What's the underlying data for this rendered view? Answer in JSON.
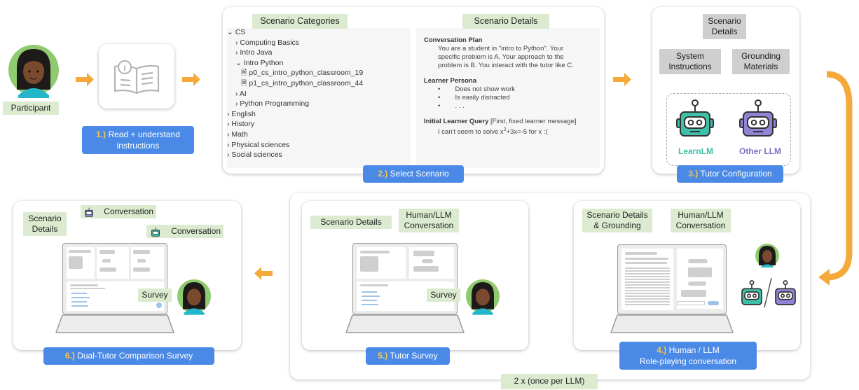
{
  "participant": {
    "label": "Participant"
  },
  "steps": {
    "s1": {
      "num": "1.)",
      "label_line1": "Read + understand",
      "label_line2": "instructions"
    },
    "s2": {
      "num": "2.)",
      "label": "Select Scenario"
    },
    "s3": {
      "num": "3.)",
      "label": "Tutor Configuration"
    },
    "s4": {
      "num": "4.)",
      "label_line1": "Human / LLM",
      "label_line2": "Role-playing conversation"
    },
    "s5": {
      "num": "5.)",
      "label": "Tutor Survey"
    },
    "s6": {
      "num": "6.)",
      "label": "Dual-Tutor Comparison Survey"
    }
  },
  "scenario": {
    "categories_header": "Scenario Categories",
    "details_header": "Scenario Details",
    "tree": [
      "⌄ CS",
      "   › Computing Basics",
      "   › Intro Java",
      "   ⌄ Intro Python",
      "      🗎 p0_cs_intro_python_classroom_19",
      "      🗎 p1_cs_intro_python_classroom_44",
      "   › AI",
      "   › Python Programming",
      "› English",
      "› History",
      "› Math",
      "› Physical sciences",
      "› Social sciences"
    ],
    "plan_title": "Conversation Plan",
    "plan_lines": [
      "You are a student in \"intro to Python\". Your",
      "specific problem is A. Your approach to the",
      "problem is B. You interact with the tutor like C."
    ],
    "persona_title": "Learner Persona",
    "persona_items": [
      "Does not show work",
      "Is easily distracted",
      ". . ."
    ],
    "query_title": "Initial Learner Query",
    "query_note": "[First, fixed learner message]",
    "query_line_pre": "I can't seem to solve x",
    "query_sup": "2",
    "query_line_post": "+3x=-5 for x :("
  },
  "config": {
    "details_line1": "Scenario",
    "details_line2": "Details",
    "system_line1": "System",
    "system_line2": "Instructions",
    "grounding_line1": "Grounding",
    "grounding_line2": "Materials",
    "learnlm": "LearnLM",
    "other": "Other LLM"
  },
  "step4": {
    "tag1_line1": "Scenario Details",
    "tag1_line2": "& Grounding",
    "tag2_line1": "Human/LLM",
    "tag2_line2": "Conversation"
  },
  "step5": {
    "tag1": "Scenario Details",
    "tag2_line1": "Human/LLM",
    "tag2_line2": "Conversation",
    "survey": "Survey"
  },
  "step6": {
    "tag1_line1": "Scenario",
    "tag1_line2": "Details",
    "tag2": "Conversation",
    "tag3": "Conversation",
    "survey": "Survey"
  },
  "repeat_label": "2 x (once per LLM)",
  "colors": {
    "accent_blue": "#4a8ae6",
    "arrow_orange": "#f6a93b",
    "green_tag": "#dcebd0",
    "learnlm_teal": "#3dbfa8",
    "other_purple": "#7c6fc6"
  }
}
